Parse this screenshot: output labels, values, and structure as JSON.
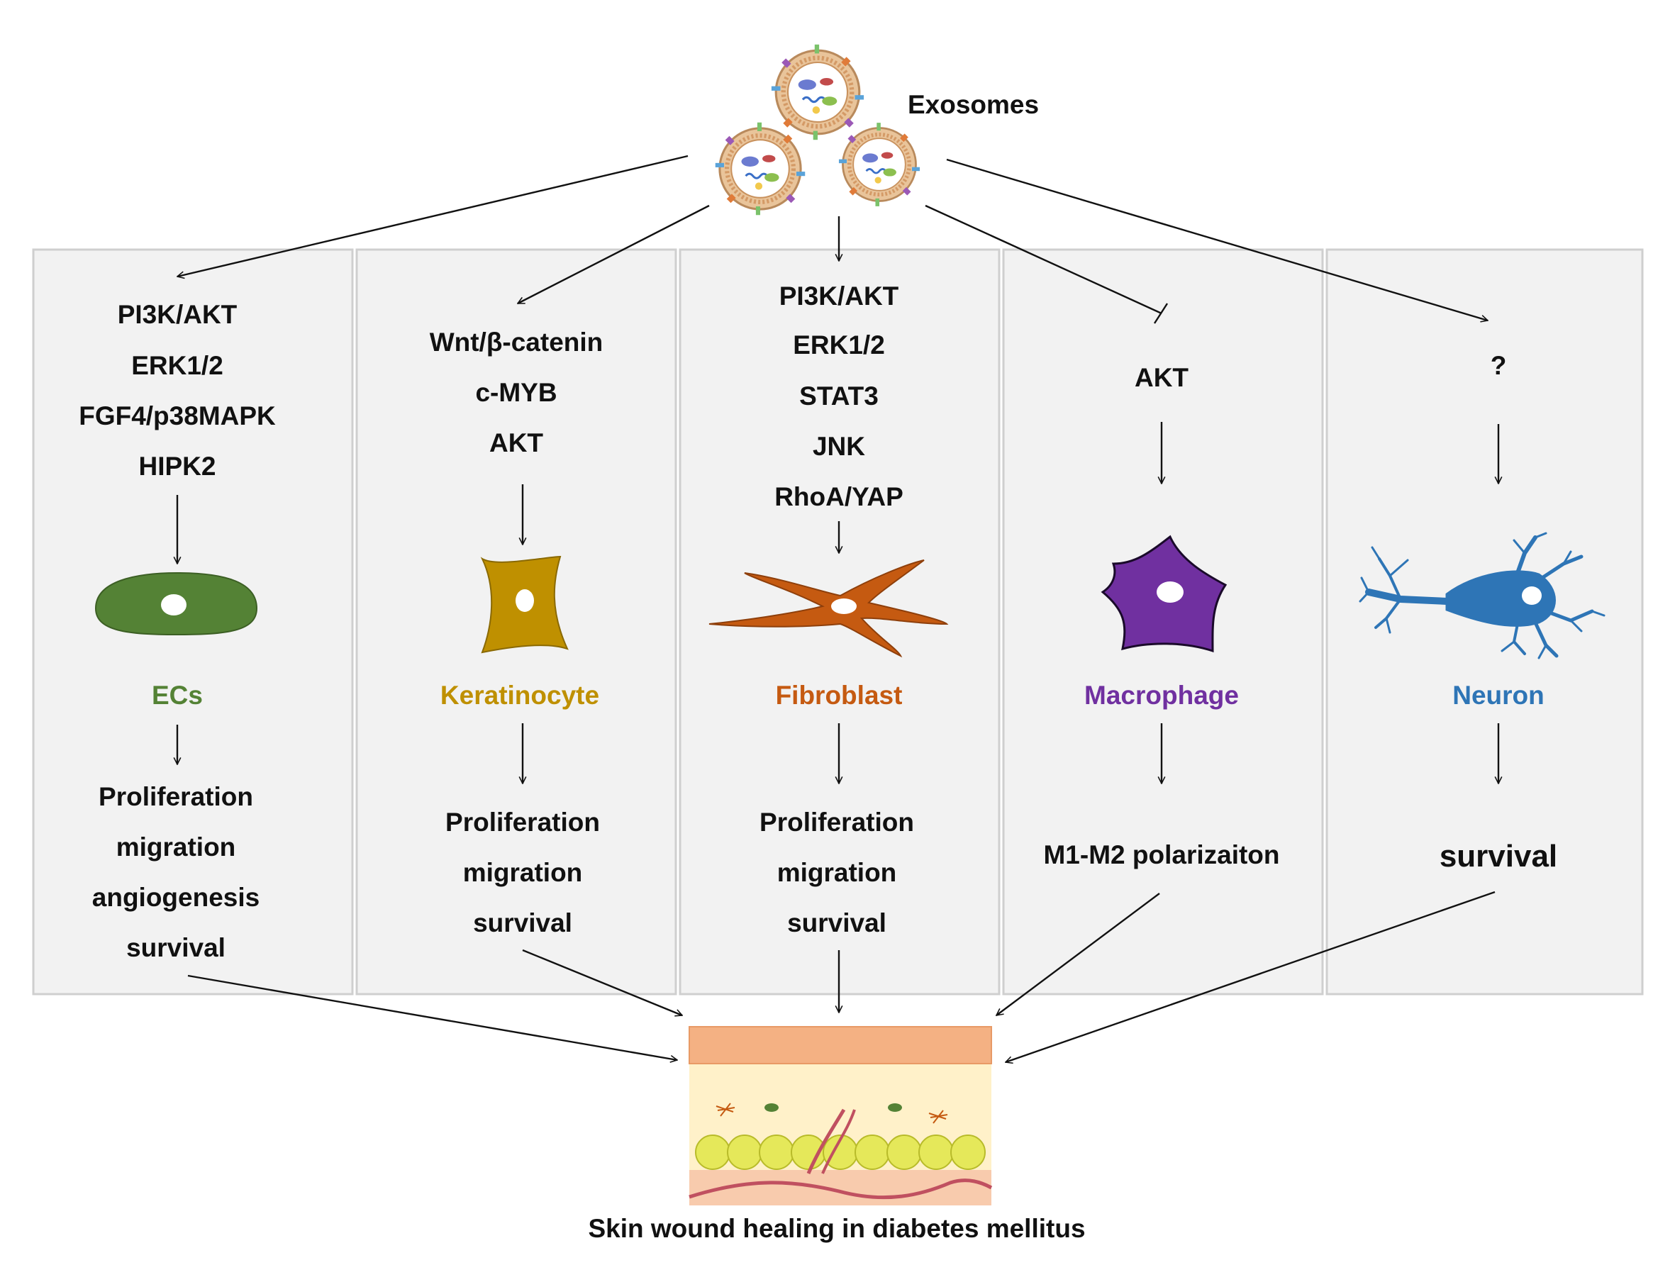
{
  "exosomes_label": "Exosomes",
  "footer_caption": "Skin wound healing in diabetes mellitus",
  "colors": {
    "ecs": "#548235",
    "keratinocyte": "#bf9000",
    "fibroblast": "#c55a11",
    "macrophage": "#7030a0",
    "neuron": "#2e75b6",
    "panel_bg": "#f2f2f2"
  },
  "panels": [
    {
      "cell": "ECs",
      "pathways": [
        "PI3K/AKT",
        "ERK1/2",
        "FGF4/p38MAPK",
        "HIPK2"
      ],
      "outcomes": [
        "Proliferation",
        "migration",
        "angiogenesis",
        "survival"
      ]
    },
    {
      "cell": "Keratinocyte",
      "pathways": [
        "Wnt/β-catenin",
        "c-MYB",
        "AKT"
      ],
      "outcomes": [
        "Proliferation",
        "migration",
        "survival"
      ]
    },
    {
      "cell": "Fibroblast",
      "pathways": [
        "PI3K/AKT",
        "ERK1/2",
        "STAT3",
        "JNK",
        "RhoA/YAP"
      ],
      "outcomes": [
        "Proliferation",
        "migration",
        "survival"
      ]
    },
    {
      "cell": "Macrophage",
      "pathways": [
        "AKT"
      ],
      "outcomes": [
        "M1-M2 polarizaiton"
      ]
    },
    {
      "cell": "Neuron",
      "pathways": [
        "?"
      ],
      "outcomes": [
        "survival"
      ]
    }
  ],
  "icons": {
    "exosome": "exosome-vesicle-icon",
    "ecs": "endothelial-cell-icon",
    "keratinocyte": "keratinocyte-cell-icon",
    "fibroblast": "fibroblast-cell-icon",
    "macrophage": "macrophage-cell-icon",
    "neuron": "neuron-cell-icon",
    "skin": "skin-tissue-icon"
  }
}
